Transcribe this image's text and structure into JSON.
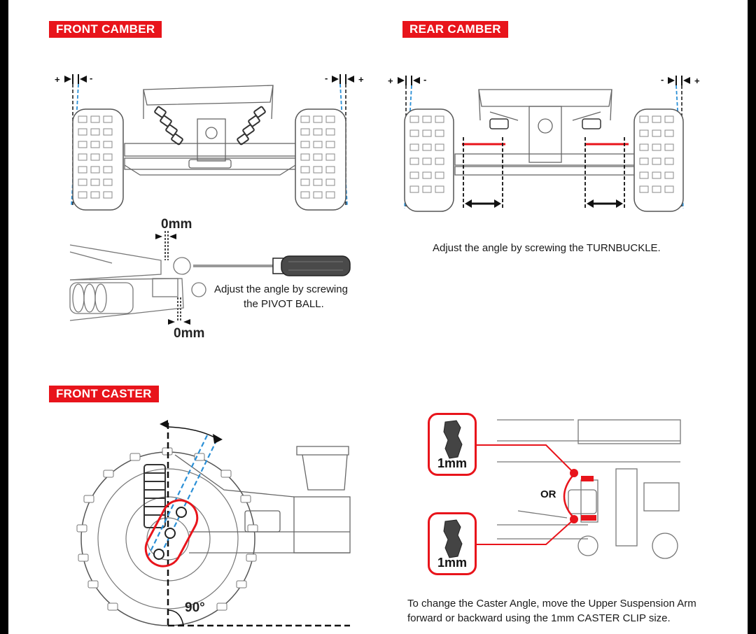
{
  "sections": {
    "front_camber": {
      "title": "FRONT CAMBER"
    },
    "rear_camber": {
      "title": "REAR CAMBER"
    },
    "front_caster": {
      "title": "FRONT CASTER"
    }
  },
  "front_camber": {
    "sign_left_plus": "+",
    "sign_left_minus": "-",
    "sign_right_minus": "-",
    "sign_right_plus": "+",
    "top_offset": "0mm",
    "bottom_offset": "0mm",
    "caption_line1": "Adjust the angle by screwing",
    "caption_line2": "the PIVOT BALL."
  },
  "rear_camber": {
    "sign_left_plus": "+",
    "sign_left_minus": "-",
    "sign_right_minus": "-",
    "sign_right_plus": "+",
    "caption": "Adjust the angle by screwing the TURNBUCKLE."
  },
  "front_caster": {
    "angle_label": "90°",
    "clip_top_label": "1mm",
    "clip_bottom_label": "1mm",
    "or_label": "OR",
    "caption_line1": "To change the Caster Angle, move the Upper Suspension Arm",
    "caption_line2": "forward or backward using the 1mm CASTER CLIP size."
  },
  "colors": {
    "accent_red": "#e8141b",
    "guide_blue": "#2a8fd6",
    "line_art": "#555555"
  }
}
